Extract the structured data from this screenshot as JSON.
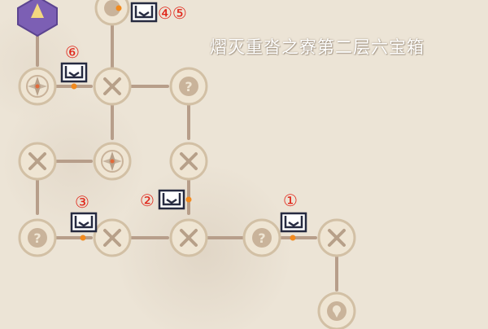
{
  "title": "熠灭重沓之寮第二层六宝箱",
  "chest_labels": [
    "④⑤",
    "⑥",
    "③",
    "②",
    "①"
  ],
  "colors": {
    "path": "#b79e8a",
    "node_fill": "#efe5d3",
    "node_ring": "#d2c0a5",
    "node_icon": "#b7a089",
    "start_node": "#7c5fb4",
    "marker": "#f28a1e",
    "label": "#e02418"
  },
  "icons": {
    "start": "start-crest-icon",
    "combat": "crossed-swords-icon",
    "event": "question-mark-icon",
    "compass": "compass-icon",
    "mystery": "mystery-swirl-icon",
    "chest": "treasure-chest-icon",
    "location": "location-pin-icon"
  }
}
